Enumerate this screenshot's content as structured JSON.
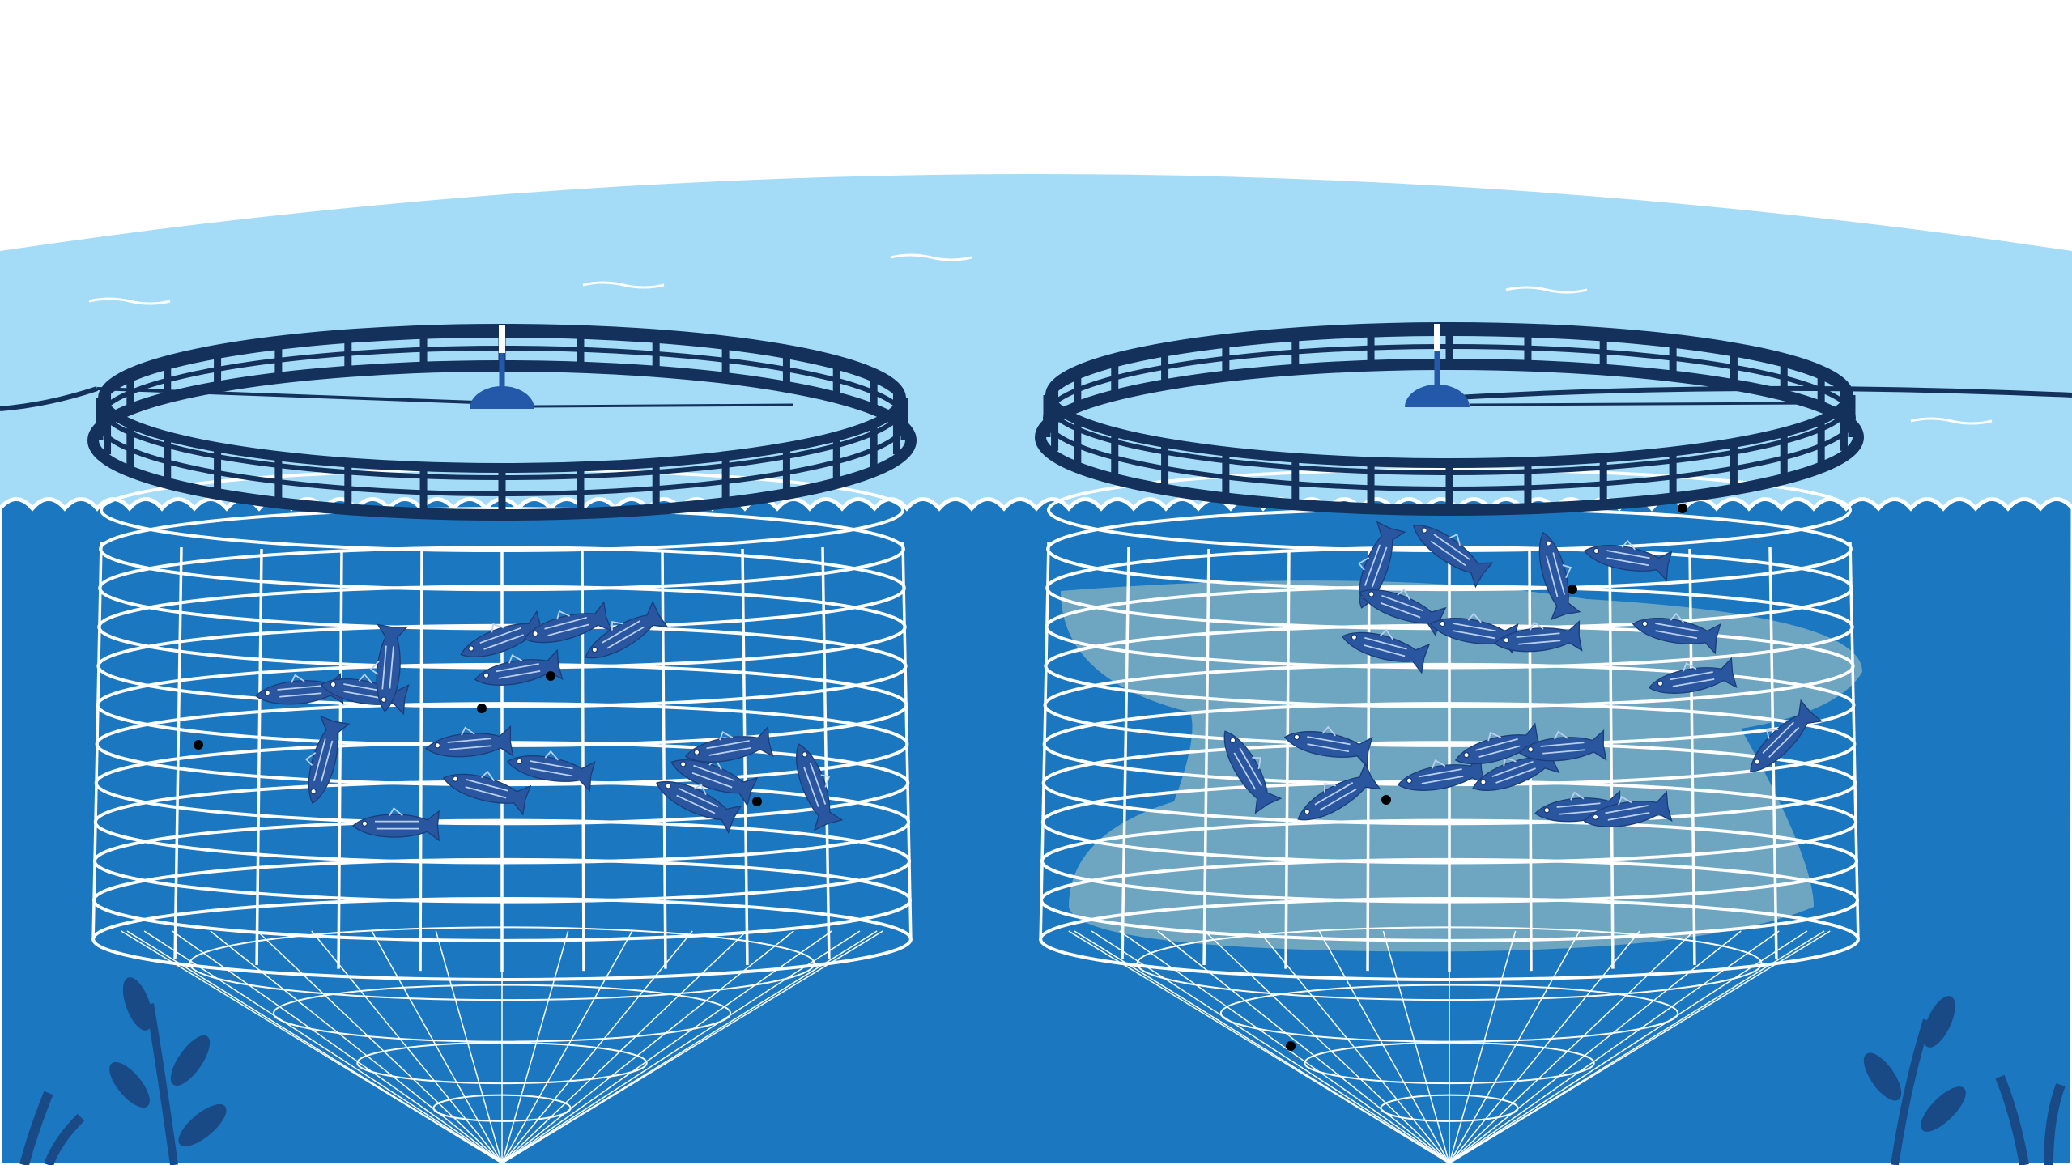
{
  "scene": {
    "cages": [
      {
        "id": "left",
        "fish_count": 16,
        "highlight": false
      },
      {
        "id": "right",
        "fish_count": 20,
        "highlight": true
      }
    ]
  },
  "icons": {
    "cage_ring": "floating-cage-ring-icon",
    "buoy": "buoy-icon",
    "net": "net-pen-icon",
    "fish": "fish-icon",
    "seaweed": "seaweed-icon",
    "pellet": "feed-pellet-icon"
  },
  "colors": {
    "sky": "#ffffff",
    "surface": "#a4dcf7",
    "deep": "#1b78c0",
    "ring": "#14315c",
    "buoy": "#2359a8",
    "net": "#ffffff",
    "fish": "#2a56a0",
    "fish_highlight": "#f7f2c4",
    "plant": "#1a4a86"
  }
}
